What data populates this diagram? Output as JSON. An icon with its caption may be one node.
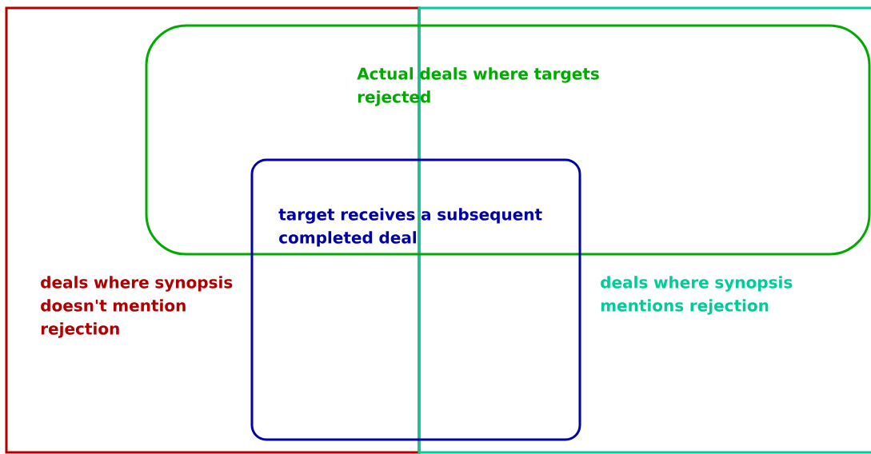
{
  "diagram": {
    "nodes": [
      {
        "text": [
          "deals where synopsis doesn't mention rejection"
        ]
      },
      {
        "text": [
          "deals where synopsis mentions rejection"
        ]
      },
      {
        "text": [
          "Actual deals where targets rejected"
        ]
      },
      {
        "text": [
          "target receives a subsequent completed deal"
        ]
      }
    ]
  }
}
